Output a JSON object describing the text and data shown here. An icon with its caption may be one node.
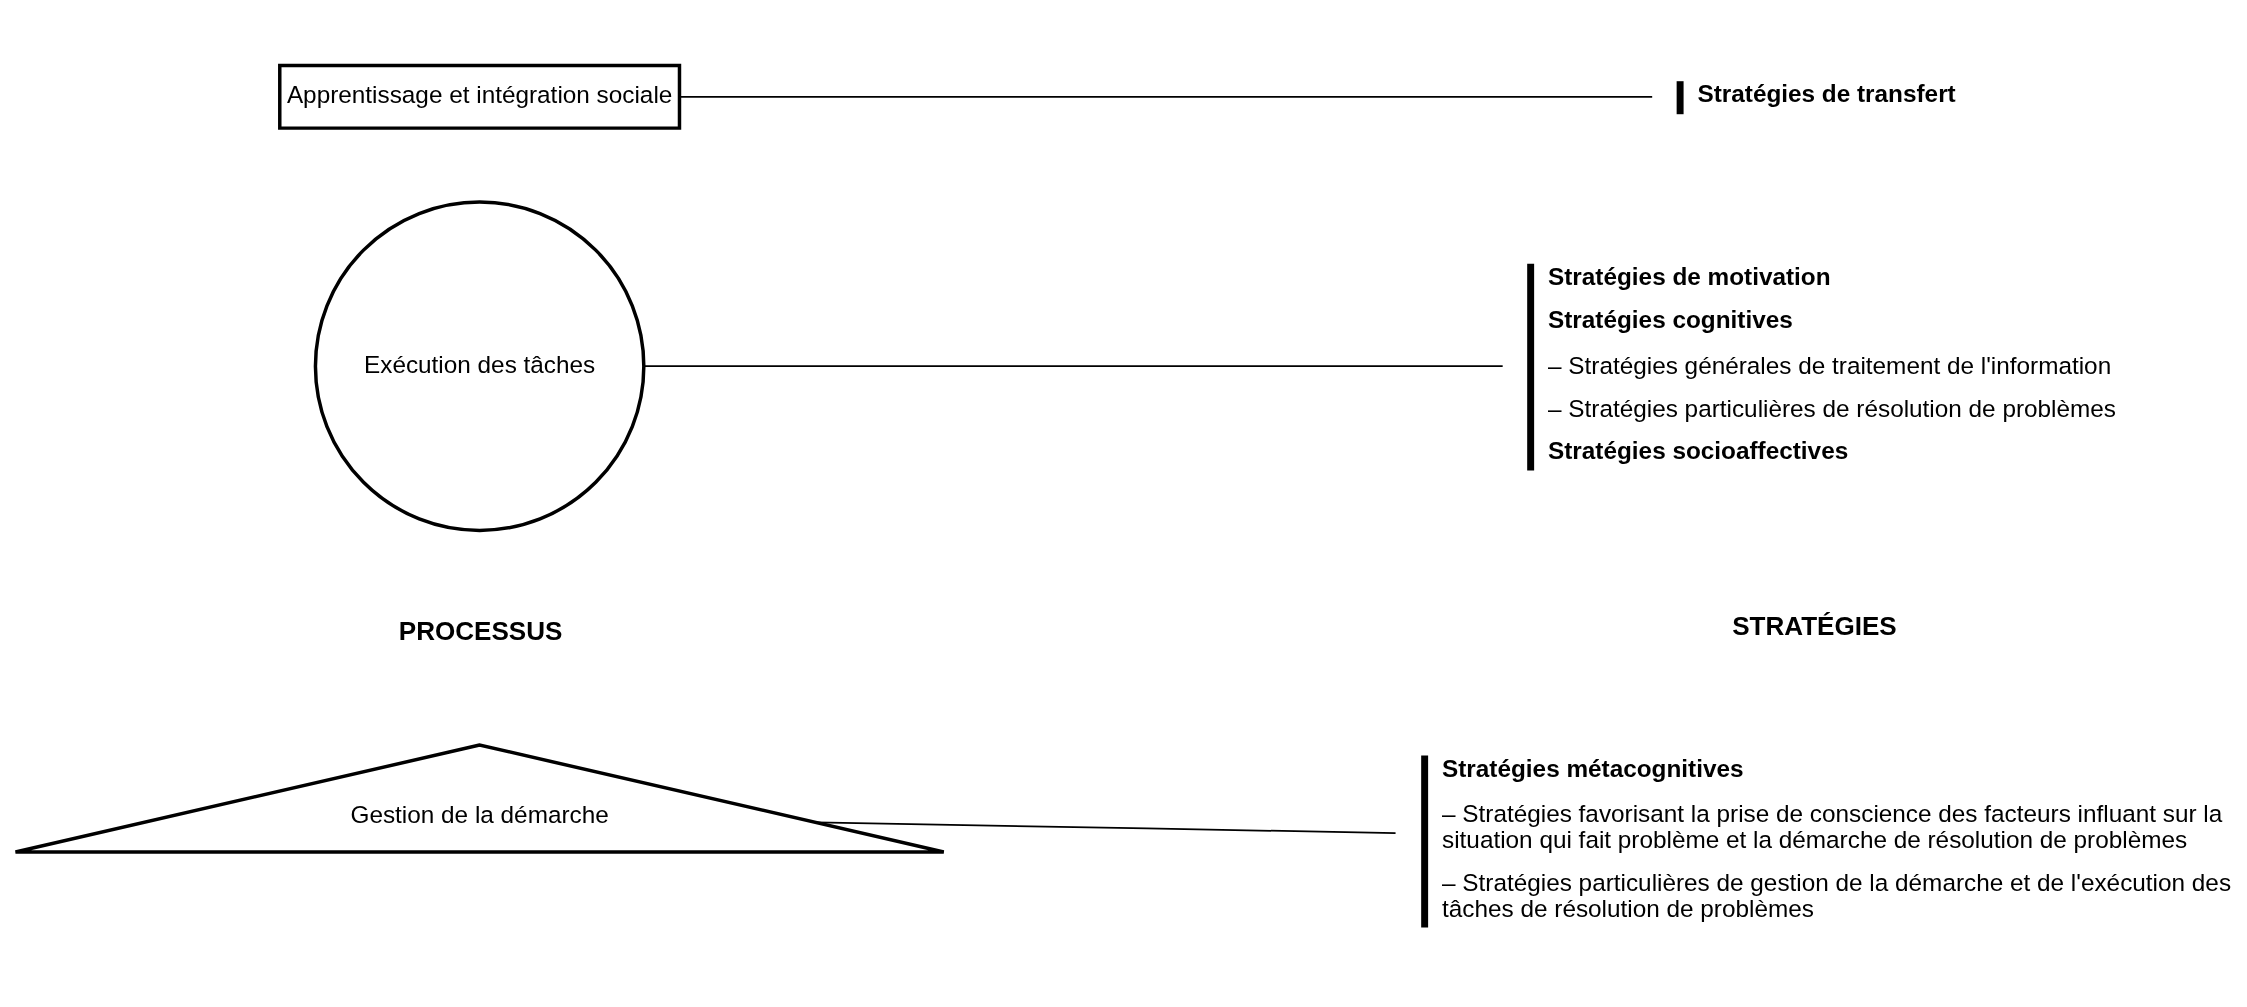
{
  "diagram": {
    "nodes": [
      {
        "text": [
          "Gestion de la démarche"
        ]
      },
      {
        "text": [
          "Exécution des tâches"
        ]
      },
      {
        "text": [
          "Apprentissage et intégration sociale"
        ]
      },
      {
        "text": [
          "**Stratégies métacognitives**",
          "– Stratégies favorisant la prise de conscience des facteurs influant sur la situation qui fait problème et la démarche de résolution de problèmes",
          "– Stratégies particulières de gestion de la démarche et de l'exécution des tâches de résolution de problèmes"
        ]
      },
      {
        "text": [
          "**Stratégies de motivation**",
          "**Stratégies cognitives**",
          "– Stratégies générales de traitement de l'information",
          "– Stratégies particulières de résolution de problèmes",
          "**Stratégies socioaffectives**"
        ]
      },
      {
        "text": [
          "**Stratégies de transfert**"
        ]
      }
    ],
    "edges": [
      {
        "from": 0,
        "to": 3,
        "arrow": "none"
      },
      {
        "from": 1,
        "to": 4,
        "arrow": "none"
      },
      {
        "from": 2,
        "to": 5,
        "arrow": "none"
      }
    ],
    "labels": [
      "PROCESSUS",
      "STRATÉGIES"
    ]
  }
}
